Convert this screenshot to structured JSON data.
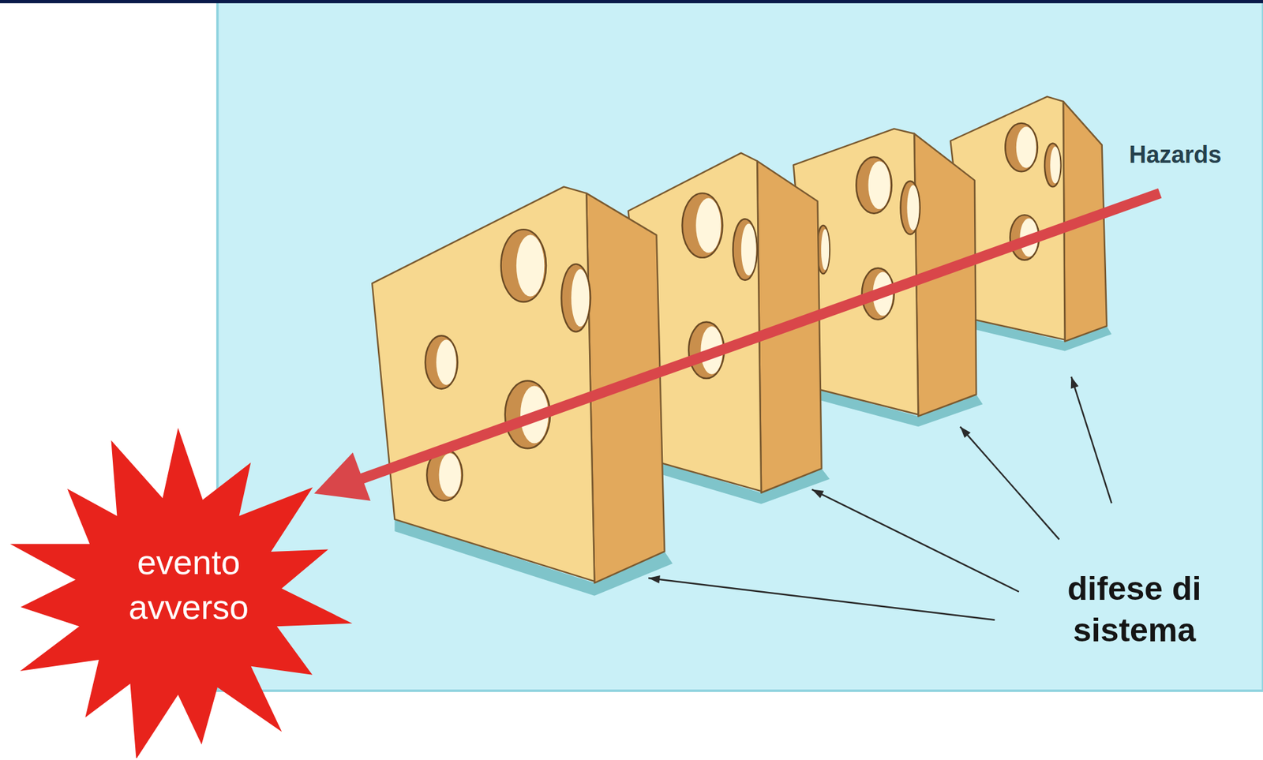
{
  "diagram": {
    "nodes": [
      {
        "text": [
          "evento avverso"
        ]
      }
    ],
    "labels": [
      "Hazards",
      "difese di sistema"
    ]
  }
}
